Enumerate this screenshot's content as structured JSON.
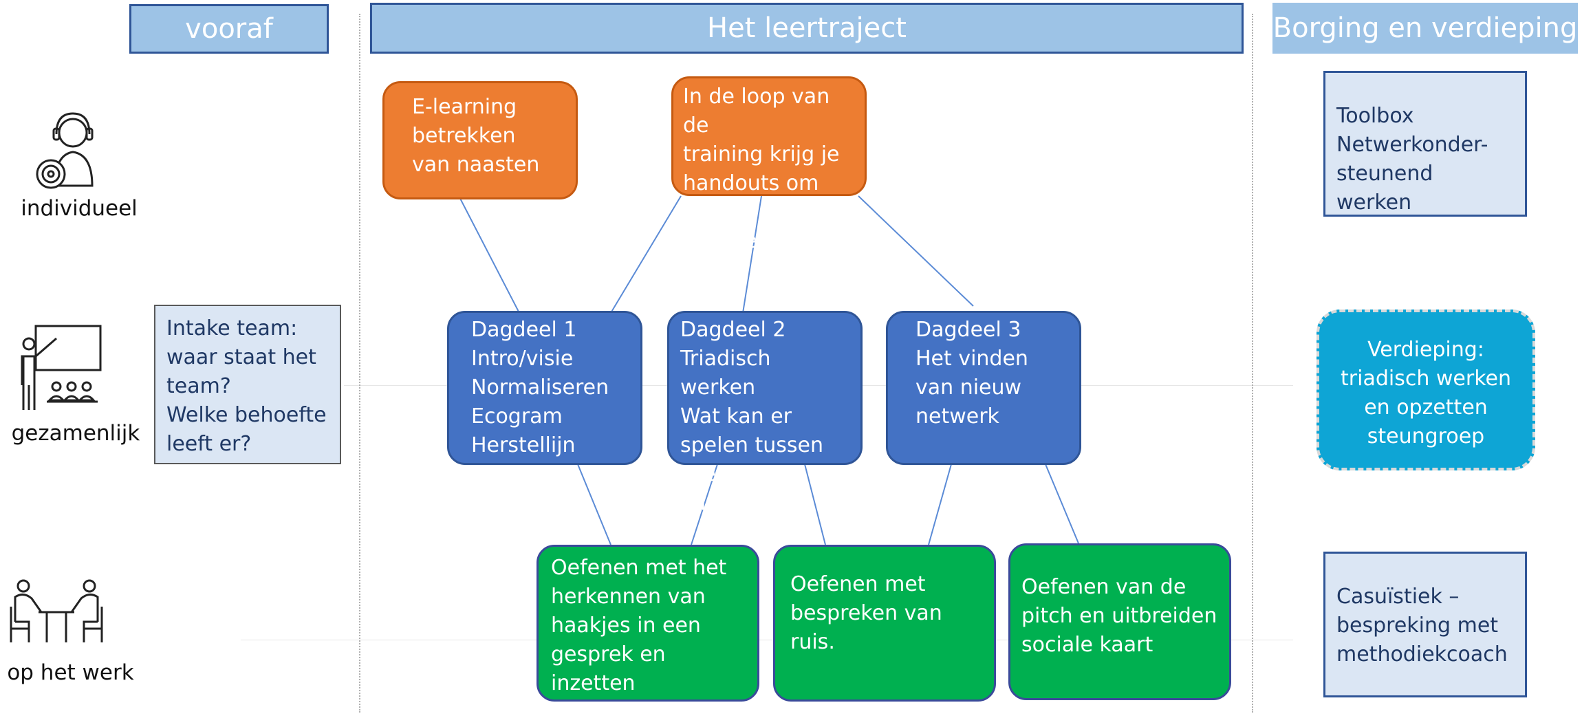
{
  "headers": {
    "vooraf": "vooraf",
    "leertraject": "Het leertraject",
    "borging": "Borging en verdieping"
  },
  "rows": {
    "individueel": "individueel",
    "gezamenlijk": "gezamenlijk",
    "op_het_werk": "op het werk"
  },
  "intake": "Intake team:\nwaar staat het\nteam?\nWelke behoefte\nleeft er?",
  "elearning": "E-learning\nbetrekken\nvan naasten",
  "handouts": "In de loop van de\ntraining krijg je\nhandouts om zelf\ndoor te lezen.",
  "dagdeel1": "Dagdeel 1\nIntro/visie\nNormaliseren\nEcogram\nHerstellijn",
  "dagdeel2": "Dagdeel 2\nTriadisch werken\nWat kan er\nspelen tussen\ncliënt en naaste?",
  "dagdeel3": "Dagdeel 3\nHet vinden\nvan nieuw\nnetwerk",
  "oefenen1": "Oefenen met het\nherkennen van\nhaakjes in een\ngesprek  en inzetten\nvan tools.",
  "oefenen2": "Oefenen met\nbespreken van\nruis.",
  "oefenen3": "Oefenen van de\npitch en uitbreiden\nsociale kaart",
  "toolbox": "Toolbox\nNetwerkonder-\nsteunend werken",
  "verdieping": "Verdieping:\ntriadisch werken\nen opzetten\nsteungroep",
  "casuistiek": "Casuïstiek –\nbespreking met\nmethodiekcoach",
  "colors": {
    "orange": "#ed7d31",
    "blue": "#4472c4",
    "green": "#00b050",
    "cyan": "#0ea5d5",
    "header": "#9dc3e6",
    "pale": "#dbe6f4"
  },
  "icons": [
    "person-headset-icon",
    "teacher-class-icon",
    "people-at-table-icon"
  ]
}
